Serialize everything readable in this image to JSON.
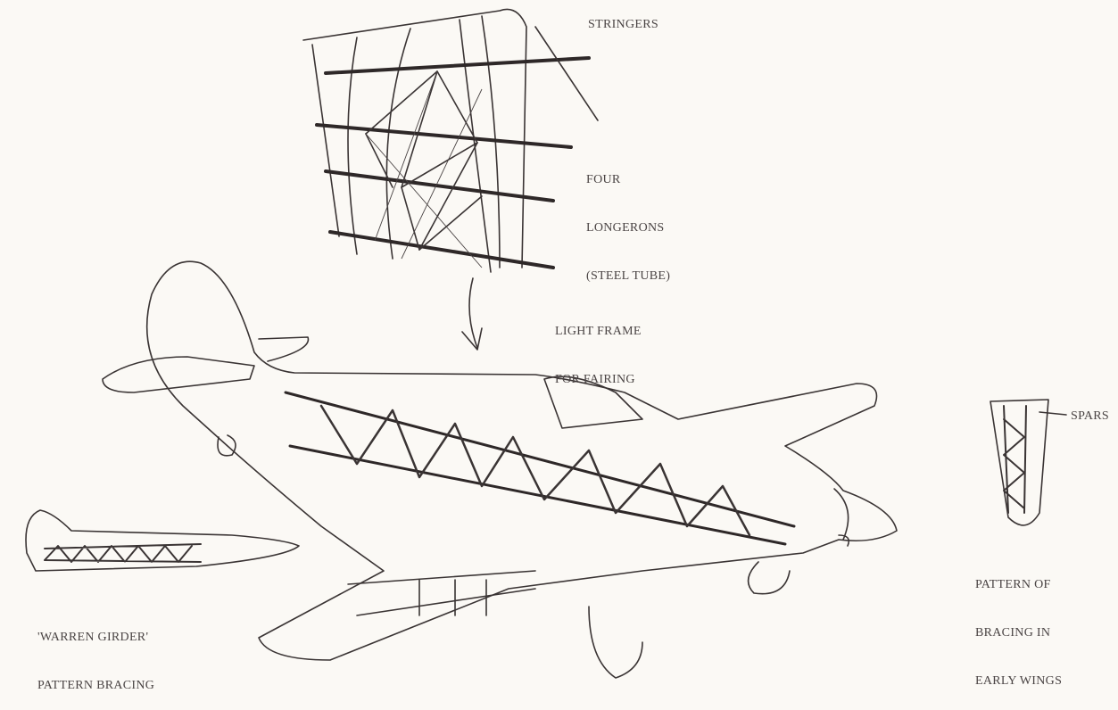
{
  "labels": {
    "stringers": "STRINGERS",
    "longerons": [
      "FOUR",
      "LONGERONS",
      "(STEEL TUBE)"
    ],
    "light_frame": [
      "LIGHT FRAME",
      "FOR FAIRING"
    ],
    "spars": "SPARS",
    "early_wings": [
      "PATTERN OF",
      "BRACING IN",
      "EARLY WINGS"
    ],
    "warren": [
      "'WARREN GIRDER'",
      "PATTERN BRACING"
    ]
  },
  "colors": {
    "paper": "#fbf9f5",
    "ink": "#3a3434"
  }
}
